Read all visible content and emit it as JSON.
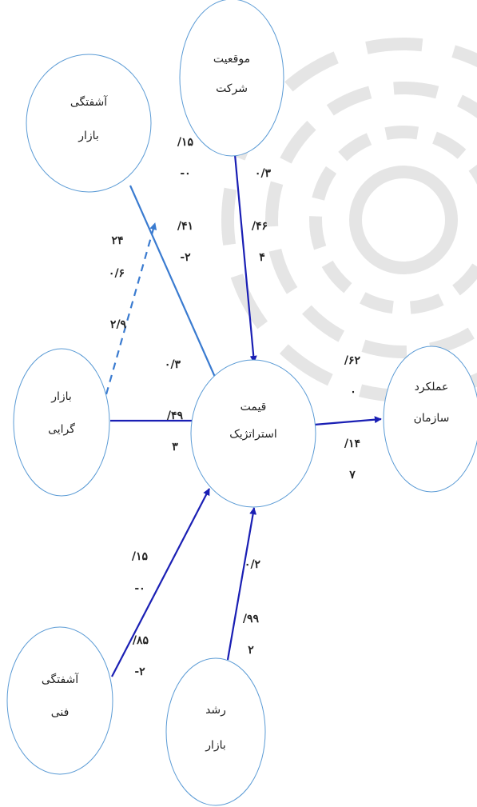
{
  "colors": {
    "node_stroke": "#5b9bd5",
    "arrow_dark": "#1a1fb4",
    "arrow_light": "#3a7bd0",
    "watermark": "#cfcfcf"
  },
  "nodes": {
    "market_turbulence": {
      "line1": "آشفتگی",
      "line2": "بازار"
    },
    "company_position": {
      "line1": "موقعیت",
      "line2": "شرکت"
    },
    "market_orientation": {
      "line1": "بازار",
      "line2": "گرایی"
    },
    "strategic_pricing": {
      "line1": "قیمت",
      "line2": "استراتژیک"
    },
    "org_performance": {
      "line1": "عملکرد",
      "line2": "سازمان"
    },
    "tech_turbulence": {
      "line1": "آشفتگی",
      "line2": "فنی"
    },
    "market_growth": {
      "line1": "رشد",
      "line2": "بازار"
    }
  },
  "coefficients": {
    "turbulence_to_pricing": {
      "a": "/۱۵",
      "b": "-۰",
      "c": "/۴۱",
      "d": "-۲"
    },
    "position_to_pricing": {
      "a": "۰/۳",
      "b": "/۴۶",
      "c": "۴"
    },
    "orientation_to_turbulence": {
      "a": "۲۴",
      "b": "۰/۶",
      "c": "۲/۹"
    },
    "orientation_to_pricing": {
      "a": "۰/۳",
      "b": "/۴۹",
      "c": "۳"
    },
    "pricing_to_performance": {
      "a": "/۶۲",
      "b": "۰",
      "c": "/۱۴",
      "d": "۷"
    },
    "tech_to_pricing": {
      "a": "/۱۵",
      "b": "-۰",
      "c": "/۸۵",
      "d": "-۲"
    },
    "growth_to_pricing": {
      "a": "۰/۲",
      "b": "/۹۹",
      "c": "۲"
    }
  }
}
